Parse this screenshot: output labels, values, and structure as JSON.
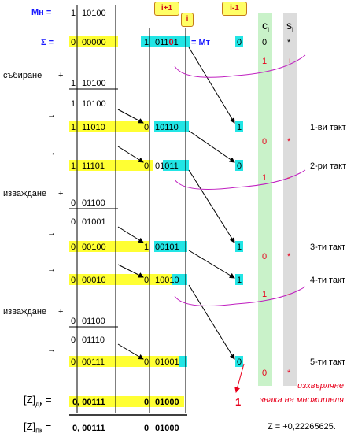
{
  "header": {
    "mn_label": "Мн =",
    "mn_sign": "1",
    "mn_value": "10100",
    "sigma_label": "Σ =",
    "sigma_sign": "0",
    "sigma_value": "00000",
    "mt_sign": "1",
    "mt_bits_a": "011",
    "mt_bit_i": "0",
    "mt_bit_last": "1",
    "mt_label": "= Мт",
    "extra_bit": "0",
    "callout_i1": "i+1",
    "callout_i": "i",
    "callout_im1": "i-1",
    "c_label": "c",
    "c_sub": "i",
    "s_label": "s",
    "s_sub": "i",
    "c0": "0",
    "s0": "*"
  },
  "ops": {
    "add": "събиране",
    "add_sign": "+",
    "sub1": "изваждане",
    "sub1_sign": "+",
    "sub2": "изваждане",
    "sub2_sign": "+",
    "arrow": "→"
  },
  "rows": {
    "r1": {
      "s": "1",
      "v": "10100"
    },
    "r2": {
      "s": "1",
      "v": "10100"
    },
    "r3": {
      "s": "1",
      "v": "11010",
      "m": "0",
      "q": "10110",
      "e": "1"
    },
    "r4": {
      "s": "1",
      "v": "11101",
      "m": "0",
      "q1": "0",
      "q2": "101",
      "q3": "1",
      "e": "0"
    },
    "r5": {
      "s": "0",
      "v": "01100"
    },
    "r6": {
      "s": "0",
      "v": "01001"
    },
    "r7": {
      "s": "0",
      "v": "00100",
      "m": "1",
      "q1": "00",
      "q2": "101",
      "e": "1"
    },
    "r8": {
      "s": "0",
      "v": "00010",
      "m": "0",
      "q1": "100",
      "q2": "10",
      "e": "1"
    },
    "r9": {
      "s": "0",
      "v": "01100"
    },
    "r10": {
      "s": "0",
      "v": "01110"
    },
    "r11": {
      "s": "0",
      "v": "00111",
      "m": "0",
      "q1": "0100",
      "q2": "1",
      "e": "0"
    }
  },
  "cs": {
    "c1": "1",
    "s1": "+",
    "c2": "0",
    "s2": "*",
    "c3": "1",
    "s3": "-",
    "c4": "0",
    "s4": "*",
    "c5": "1",
    "s5": "-",
    "c6": "0",
    "s6": "*"
  },
  "ticks": {
    "t1": "1-ви такт",
    "t2": "2-ри такт",
    "t3": "3-ти такт",
    "t4": "4-ти такт",
    "t5": "5-ти такт"
  },
  "result": {
    "zdk_label": "[Z]",
    "zdk_sub": "дк",
    "zdk_eq": "=",
    "zdk_value": "0, 00111",
    "zdk_mid": "0",
    "zdk_q": "01000",
    "zdk_bit": "1",
    "note1": "изхвърляне",
    "note2": "знака на множителя",
    "zpk_label": "[Z]",
    "zpk_sub": "пк",
    "zpk_eq": "=",
    "zpk_value": "0, 00111",
    "zpk_mid": "0",
    "zpk_q": "01000",
    "z_final": "Z = +0,22265625."
  }
}
